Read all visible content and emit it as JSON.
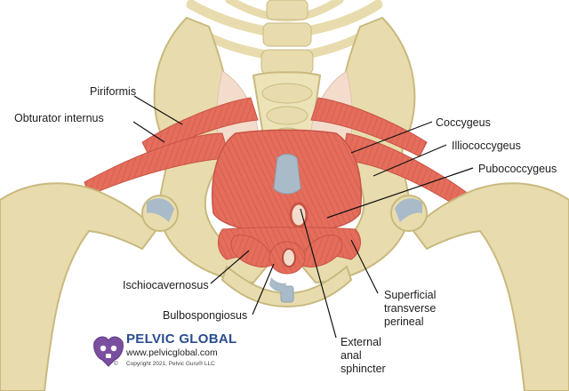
{
  "labels": {
    "piriformis": "Piriformis",
    "obturator_internus": "Obturator internus",
    "coccygeus": "Coccygeus",
    "illiococcygeus": "Illiococcygeus",
    "pubococcygeus": "Pubococcygeus",
    "ischiocavernosus": "Ischiocavernosus",
    "bulbospongiosus": "Bulbospongiosus",
    "superficial_transverse_perineal": [
      "Superficial",
      "transverse",
      "perineal"
    ],
    "external_anal_sphincter": [
      "External",
      "anal",
      "sphincter"
    ]
  },
  "brand": {
    "name": "PELVIC GLOBAL",
    "url": "www.pelvicglobal.com",
    "copyright": "Copyright 2021, Pelvic Guru® LLC",
    "copyright_symbol": "©"
  },
  "colors": {
    "bone": "#e8dcae",
    "bone_shadow": "#c9b97e",
    "muscle": "#e46d5c",
    "muscle_dark": "#c95445",
    "ligament": "#f3dccb",
    "cartilage": "#a9bbc9",
    "brand_blue": "#2a4d8f",
    "brand_purple": "#7b4fa0"
  }
}
